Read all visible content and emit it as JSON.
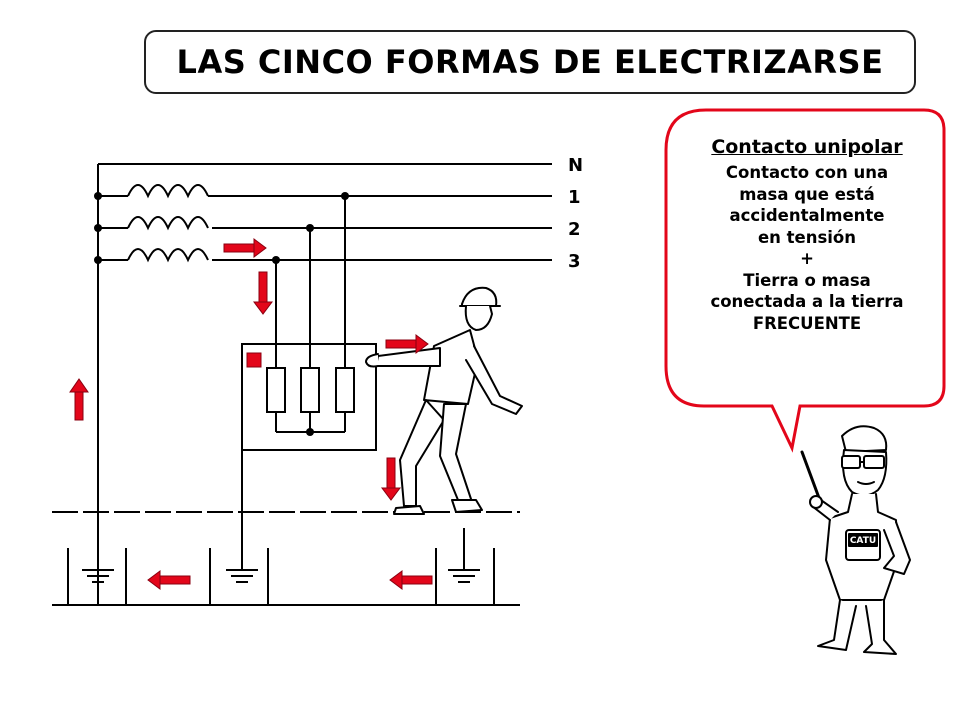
{
  "title": "LAS CINCO FORMAS DE ELECTRIZARSE",
  "lines": {
    "n": "N",
    "l1": "1",
    "l2": "2",
    "l3": "3"
  },
  "bubble": {
    "heading": "Contacto unipolar",
    "body": [
      "Contacto con una",
      "masa que está",
      "accidentalmente",
      "en tensión",
      "+",
      "Tierra o masa",
      "conectada a la tierra",
      "FRECUENTE"
    ]
  },
  "mascot": {
    "badge": "CATU"
  },
  "colors": {
    "arrow": "#e3061a",
    "bubble_border": "#e3061a",
    "line": "#000000"
  },
  "icons": [
    "current-arrow-icon",
    "ground-symbol-icon",
    "inductor-coil-icon",
    "worker-figure",
    "technician-mascot"
  ]
}
